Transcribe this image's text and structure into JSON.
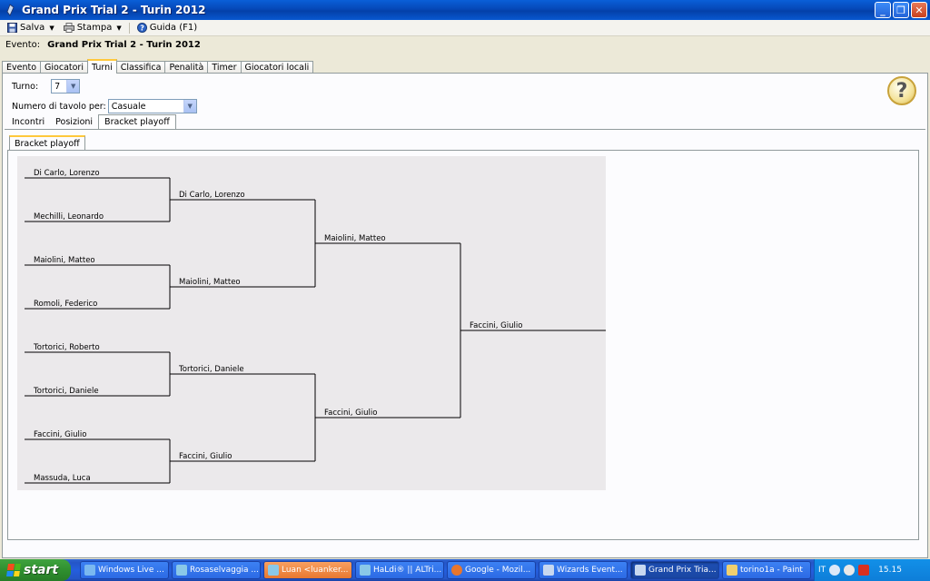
{
  "window": {
    "title": "Grand Prix Trial 2 - Turin 2012"
  },
  "toolbar": {
    "save": "Salva",
    "print": "Stampa",
    "help": "Guida (F1)"
  },
  "event": {
    "label": "Evento:",
    "value": "Grand Prix Trial 2 - Turin 2012"
  },
  "tabs": [
    "Evento",
    "Giocatori",
    "Turni",
    "Classifica",
    "Penalità",
    "Timer",
    "Giocatori locali"
  ],
  "turn": {
    "label": "Turno:",
    "value": "7"
  },
  "table_number": {
    "label": "Numero di tavolo per:",
    "value": "Casuale"
  },
  "subtabs": [
    "Incontri",
    "Posizioni",
    "Bracket playoff"
  ],
  "bracket_tab": "Bracket playoff",
  "bracket": {
    "round1": [
      "Di Carlo, Lorenzo",
      "Mechilli, Leonardo",
      "Maiolini, Matteo",
      "Romoli, Federico",
      "Tortorici, Roberto",
      "Tortorici, Daniele",
      "Faccini, Giulio",
      "Massuda, Luca"
    ],
    "round2": [
      "Di Carlo, Lorenzo",
      "Maiolini, Matteo",
      "Tortorici, Daniele",
      "Faccini, Giulio"
    ],
    "round3": [
      "Maiolini, Matteo",
      "Faccini, Giulio"
    ],
    "winner": "Faccini, Giulio"
  },
  "taskbar": {
    "start": "start",
    "tasks": [
      "Windows Live ...",
      "Rosaselvaggia ...",
      "Luan <luanker...",
      "HaLdi® || ALTri...",
      "Google - Mozil...",
      "Wizards Event...",
      "Grand Prix Tria...",
      "torino1a - Paint"
    ],
    "lang": "IT",
    "clock": "15.15"
  }
}
